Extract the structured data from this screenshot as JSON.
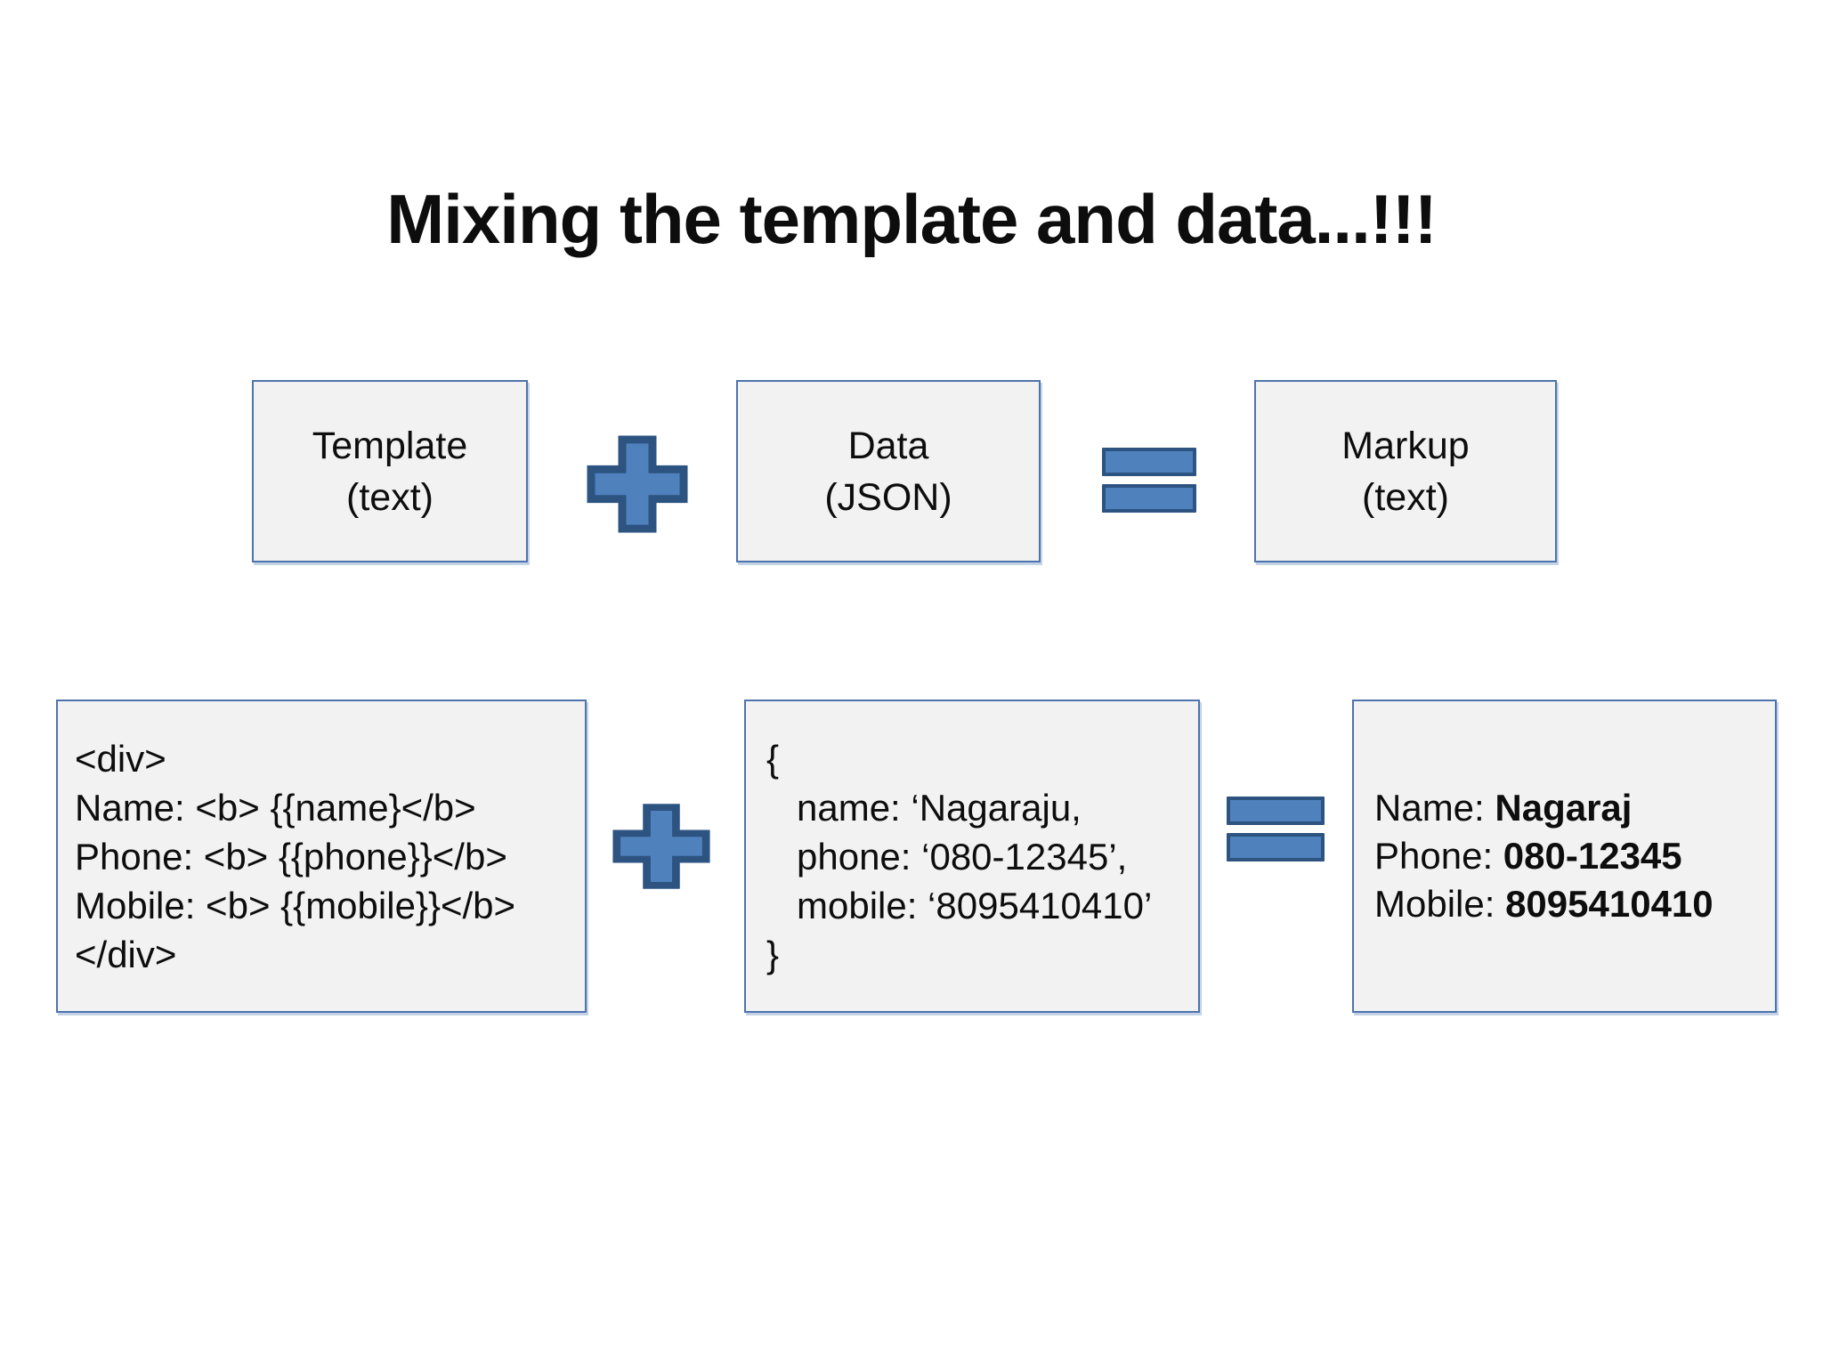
{
  "title": "Mixing the template and data...!!!",
  "colors": {
    "accent_fill": "#4f81bd",
    "accent_border": "#2d5380",
    "box_fill": "#f2f2f2",
    "box_border": "#4d74ac",
    "background": "#ffffff",
    "text": "#0d0d0d"
  },
  "top_row": {
    "template_box": {
      "title": "Template",
      "subtitle": "(text)"
    },
    "plus_icon": "plus",
    "data_box": {
      "title": "Data",
      "subtitle": "(JSON)"
    },
    "equals_icon": "equals",
    "markup_box": {
      "title": "Markup",
      "subtitle": "(text)"
    }
  },
  "bottom_row": {
    "template_code_box": {
      "lines": [
        "<div>",
        "Name: <b> {{name}</b>",
        "Phone: <b> {{phone}}</b>",
        "Mobile: <b> {{mobile}}</b>",
        "</div>"
      ]
    },
    "plus_icon": "plus",
    "json_box": {
      "lines": [
        "{",
        "name: ‘Nagaraju,",
        "phone: ‘080-12345’,",
        "mobile: ‘8095410410’",
        "}"
      ]
    },
    "equals_icon": "equals",
    "result_box": {
      "rows": [
        {
          "label": "Name: ",
          "value": "Nagaraj"
        },
        {
          "label": "Phone: ",
          "value": "080-12345"
        },
        {
          "label": "Mobile: ",
          "value": "8095410410"
        }
      ]
    }
  }
}
